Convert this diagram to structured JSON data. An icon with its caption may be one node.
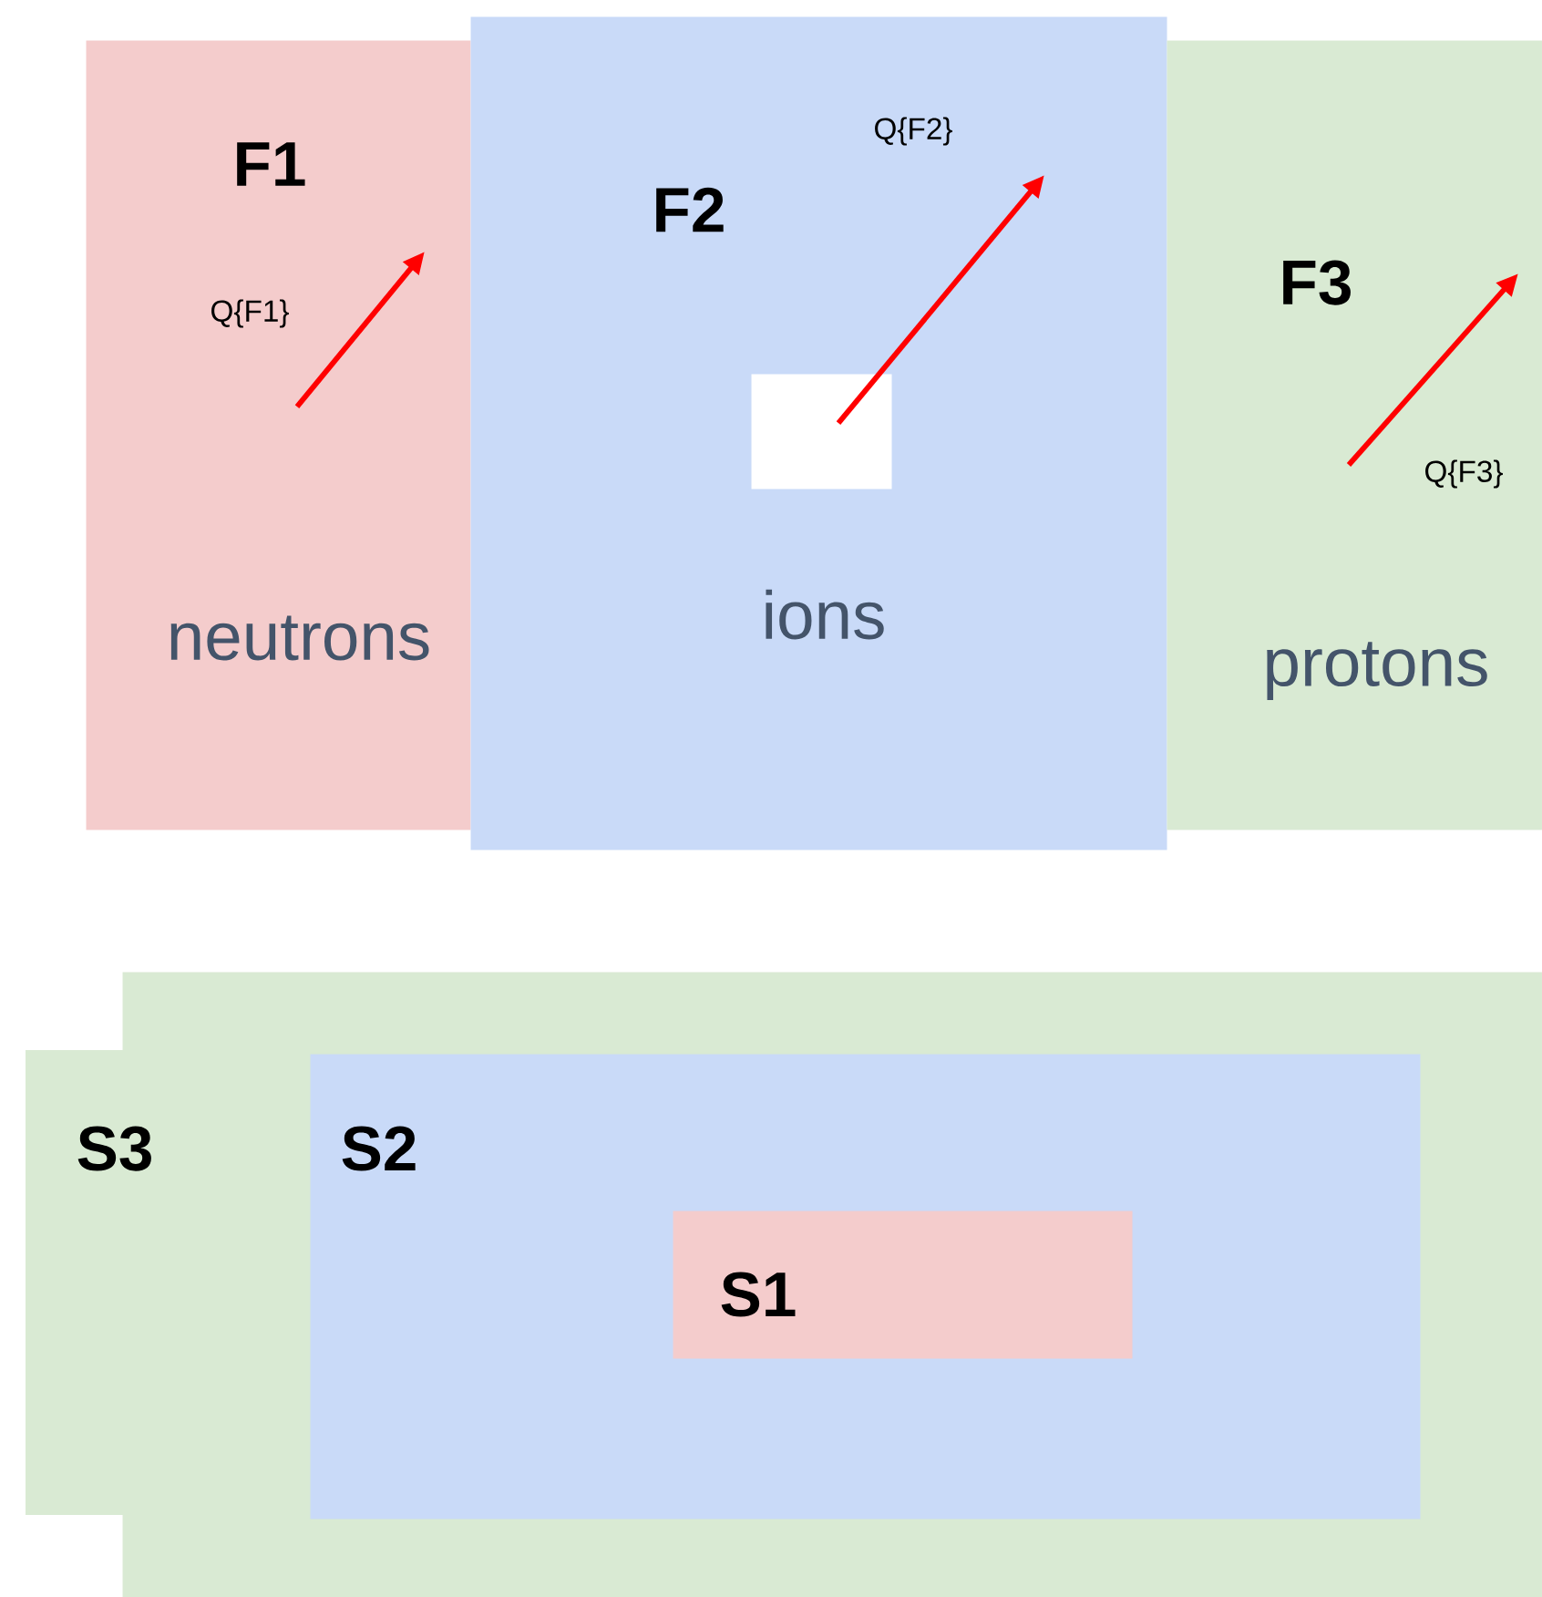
{
  "diagram": {
    "nodes": [
      {
        "text": [
          "F1",
          "neutrons"
        ]
      },
      {
        "text": [
          "F2",
          "ions"
        ]
      },
      {
        "text": [
          "F3",
          "protons"
        ]
      },
      {
        "text": [],
        "shape": "box",
        "in": 1
      },
      {
        "text": [
          "S3"
        ]
      },
      {
        "text": [
          "S2"
        ],
        "in": 4
      },
      {
        "text": [
          "S1"
        ],
        "in": 5
      }
    ],
    "edges": [],
    "labels": [
      "Q{F1}",
      "Q{F2}",
      "Q{F3}"
    ]
  }
}
